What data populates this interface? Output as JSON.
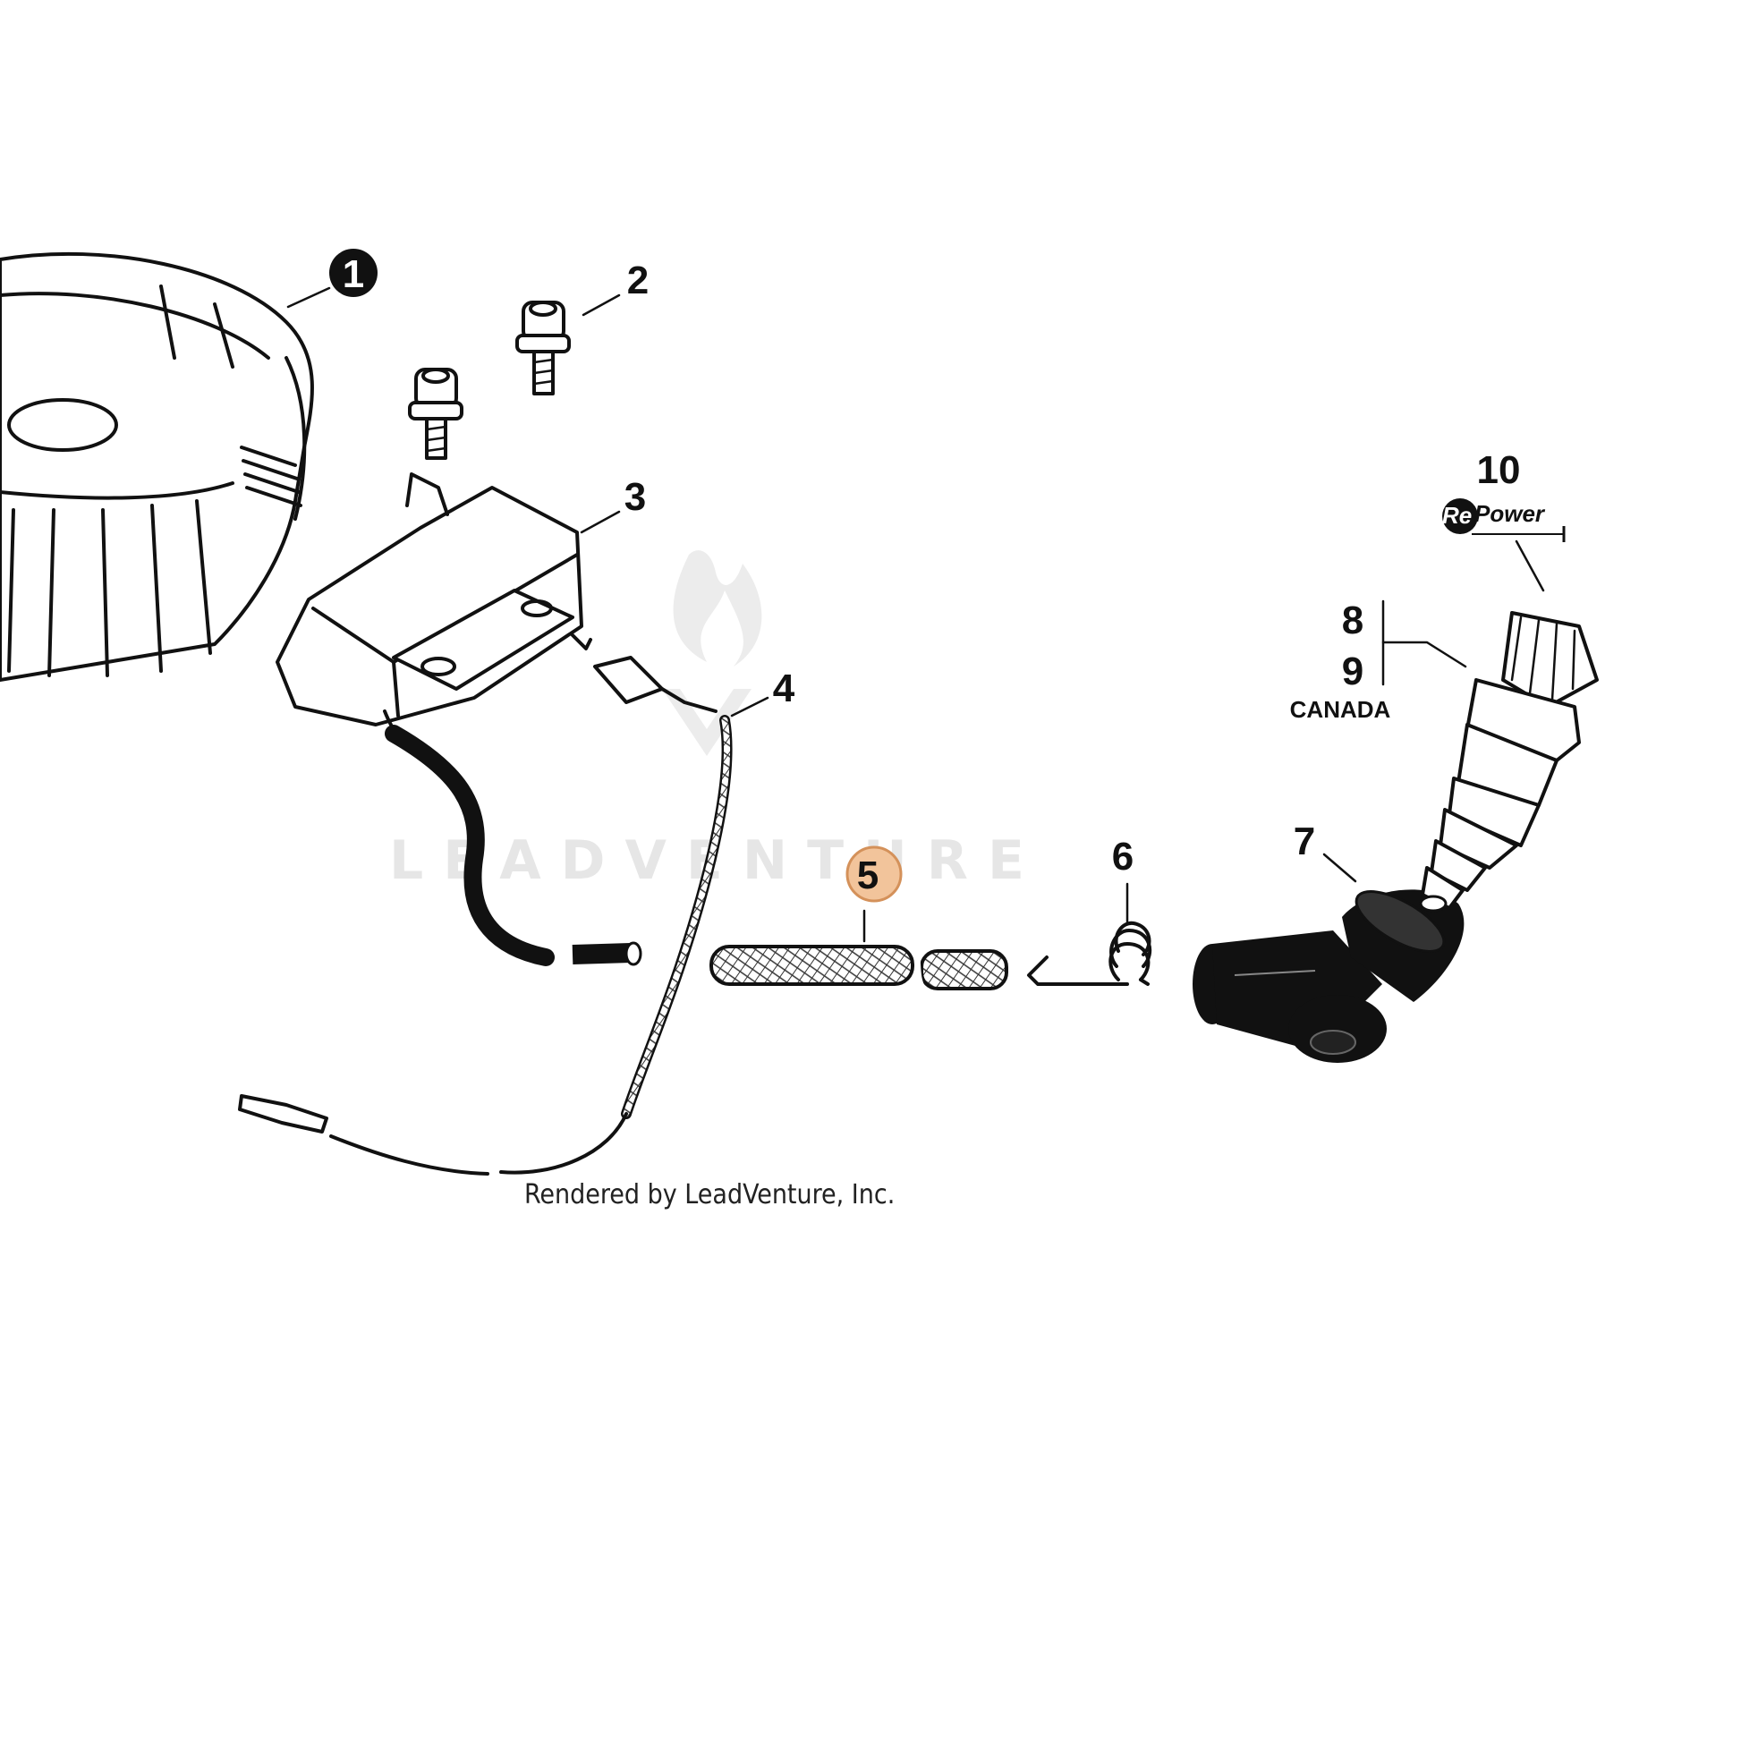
{
  "watermark": "LEADVENTURE",
  "credit": "Rendered by LeadVenture, Inc.",
  "callouts": {
    "c1": "1",
    "c2": "2",
    "c3": "3",
    "c4": "4",
    "c5": "5",
    "c6": "6",
    "c7": "7",
    "c8": "8",
    "c9": "9",
    "c10": "10"
  },
  "canada_label": "CANADA",
  "repower_logo": "RePower",
  "colors": {
    "highlight": "#f2c49b",
    "highlight_stroke": "#d4915a",
    "badge": "#111111"
  }
}
